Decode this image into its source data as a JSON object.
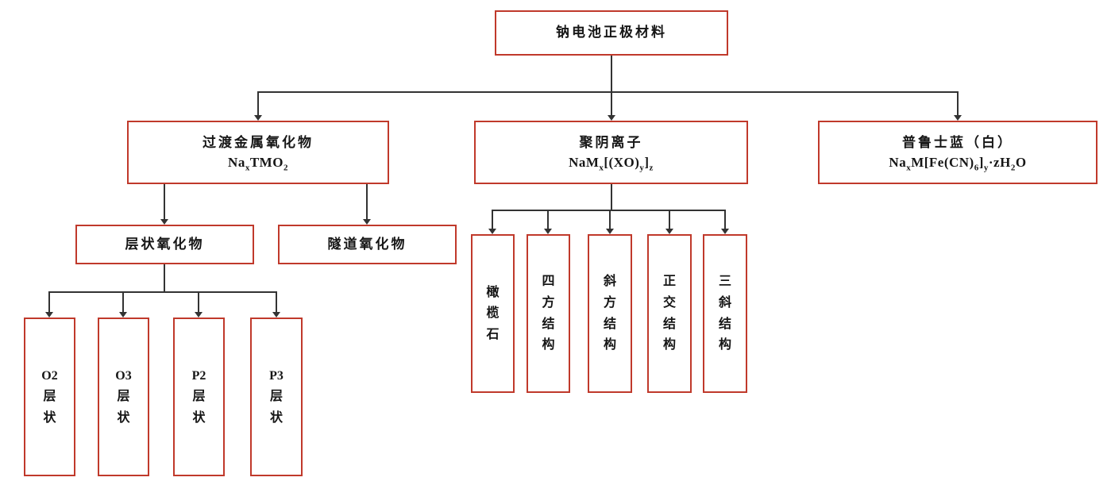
{
  "diagram": {
    "root": {
      "label": "钠电池正极材料"
    },
    "level2": [
      {
        "title": "过渡金属氧化物",
        "formula": [
          {
            "t": "Na"
          },
          {
            "s": "x"
          },
          {
            "t": "TMO"
          },
          {
            "s": "2"
          }
        ]
      },
      {
        "title": "聚阴离子",
        "formula": [
          {
            "t": "NaM"
          },
          {
            "s": "x"
          },
          {
            "t": "[(XO)"
          },
          {
            "s": "y"
          },
          {
            "t": "]"
          },
          {
            "s": "z"
          }
        ]
      },
      {
        "title": "普鲁士蓝（白）",
        "formula": [
          {
            "t": "Na"
          },
          {
            "s": "x"
          },
          {
            "t": "M[Fe(CN)"
          },
          {
            "s": "6"
          },
          {
            "t": "]"
          },
          {
            "s": "y"
          },
          {
            "t": "·zH"
          },
          {
            "s": "2"
          },
          {
            "t": "O"
          }
        ]
      }
    ],
    "oxide_children": [
      {
        "label": "层状氧化物"
      },
      {
        "label": "隧道氧化物"
      }
    ],
    "layered_children": [
      {
        "lines": [
          "O2",
          "层",
          "状"
        ]
      },
      {
        "lines": [
          "O3",
          "层",
          "状"
        ]
      },
      {
        "lines": [
          "P2",
          "层",
          "状"
        ]
      },
      {
        "lines": [
          "P3",
          "层",
          "状"
        ]
      }
    ],
    "polyanion_children": [
      {
        "lines": [
          "橄",
          "榄",
          "石"
        ]
      },
      {
        "lines": [
          "四",
          "方",
          "结",
          "构"
        ]
      },
      {
        "lines": [
          "斜",
          "方",
          "结",
          "构"
        ]
      },
      {
        "lines": [
          "正",
          "交",
          "结",
          "构"
        ]
      },
      {
        "lines": [
          "三",
          "斜",
          "结",
          "构"
        ]
      }
    ],
    "colors": {
      "box_border": "#c0392b",
      "line": "#333333",
      "text": "#161616"
    }
  }
}
